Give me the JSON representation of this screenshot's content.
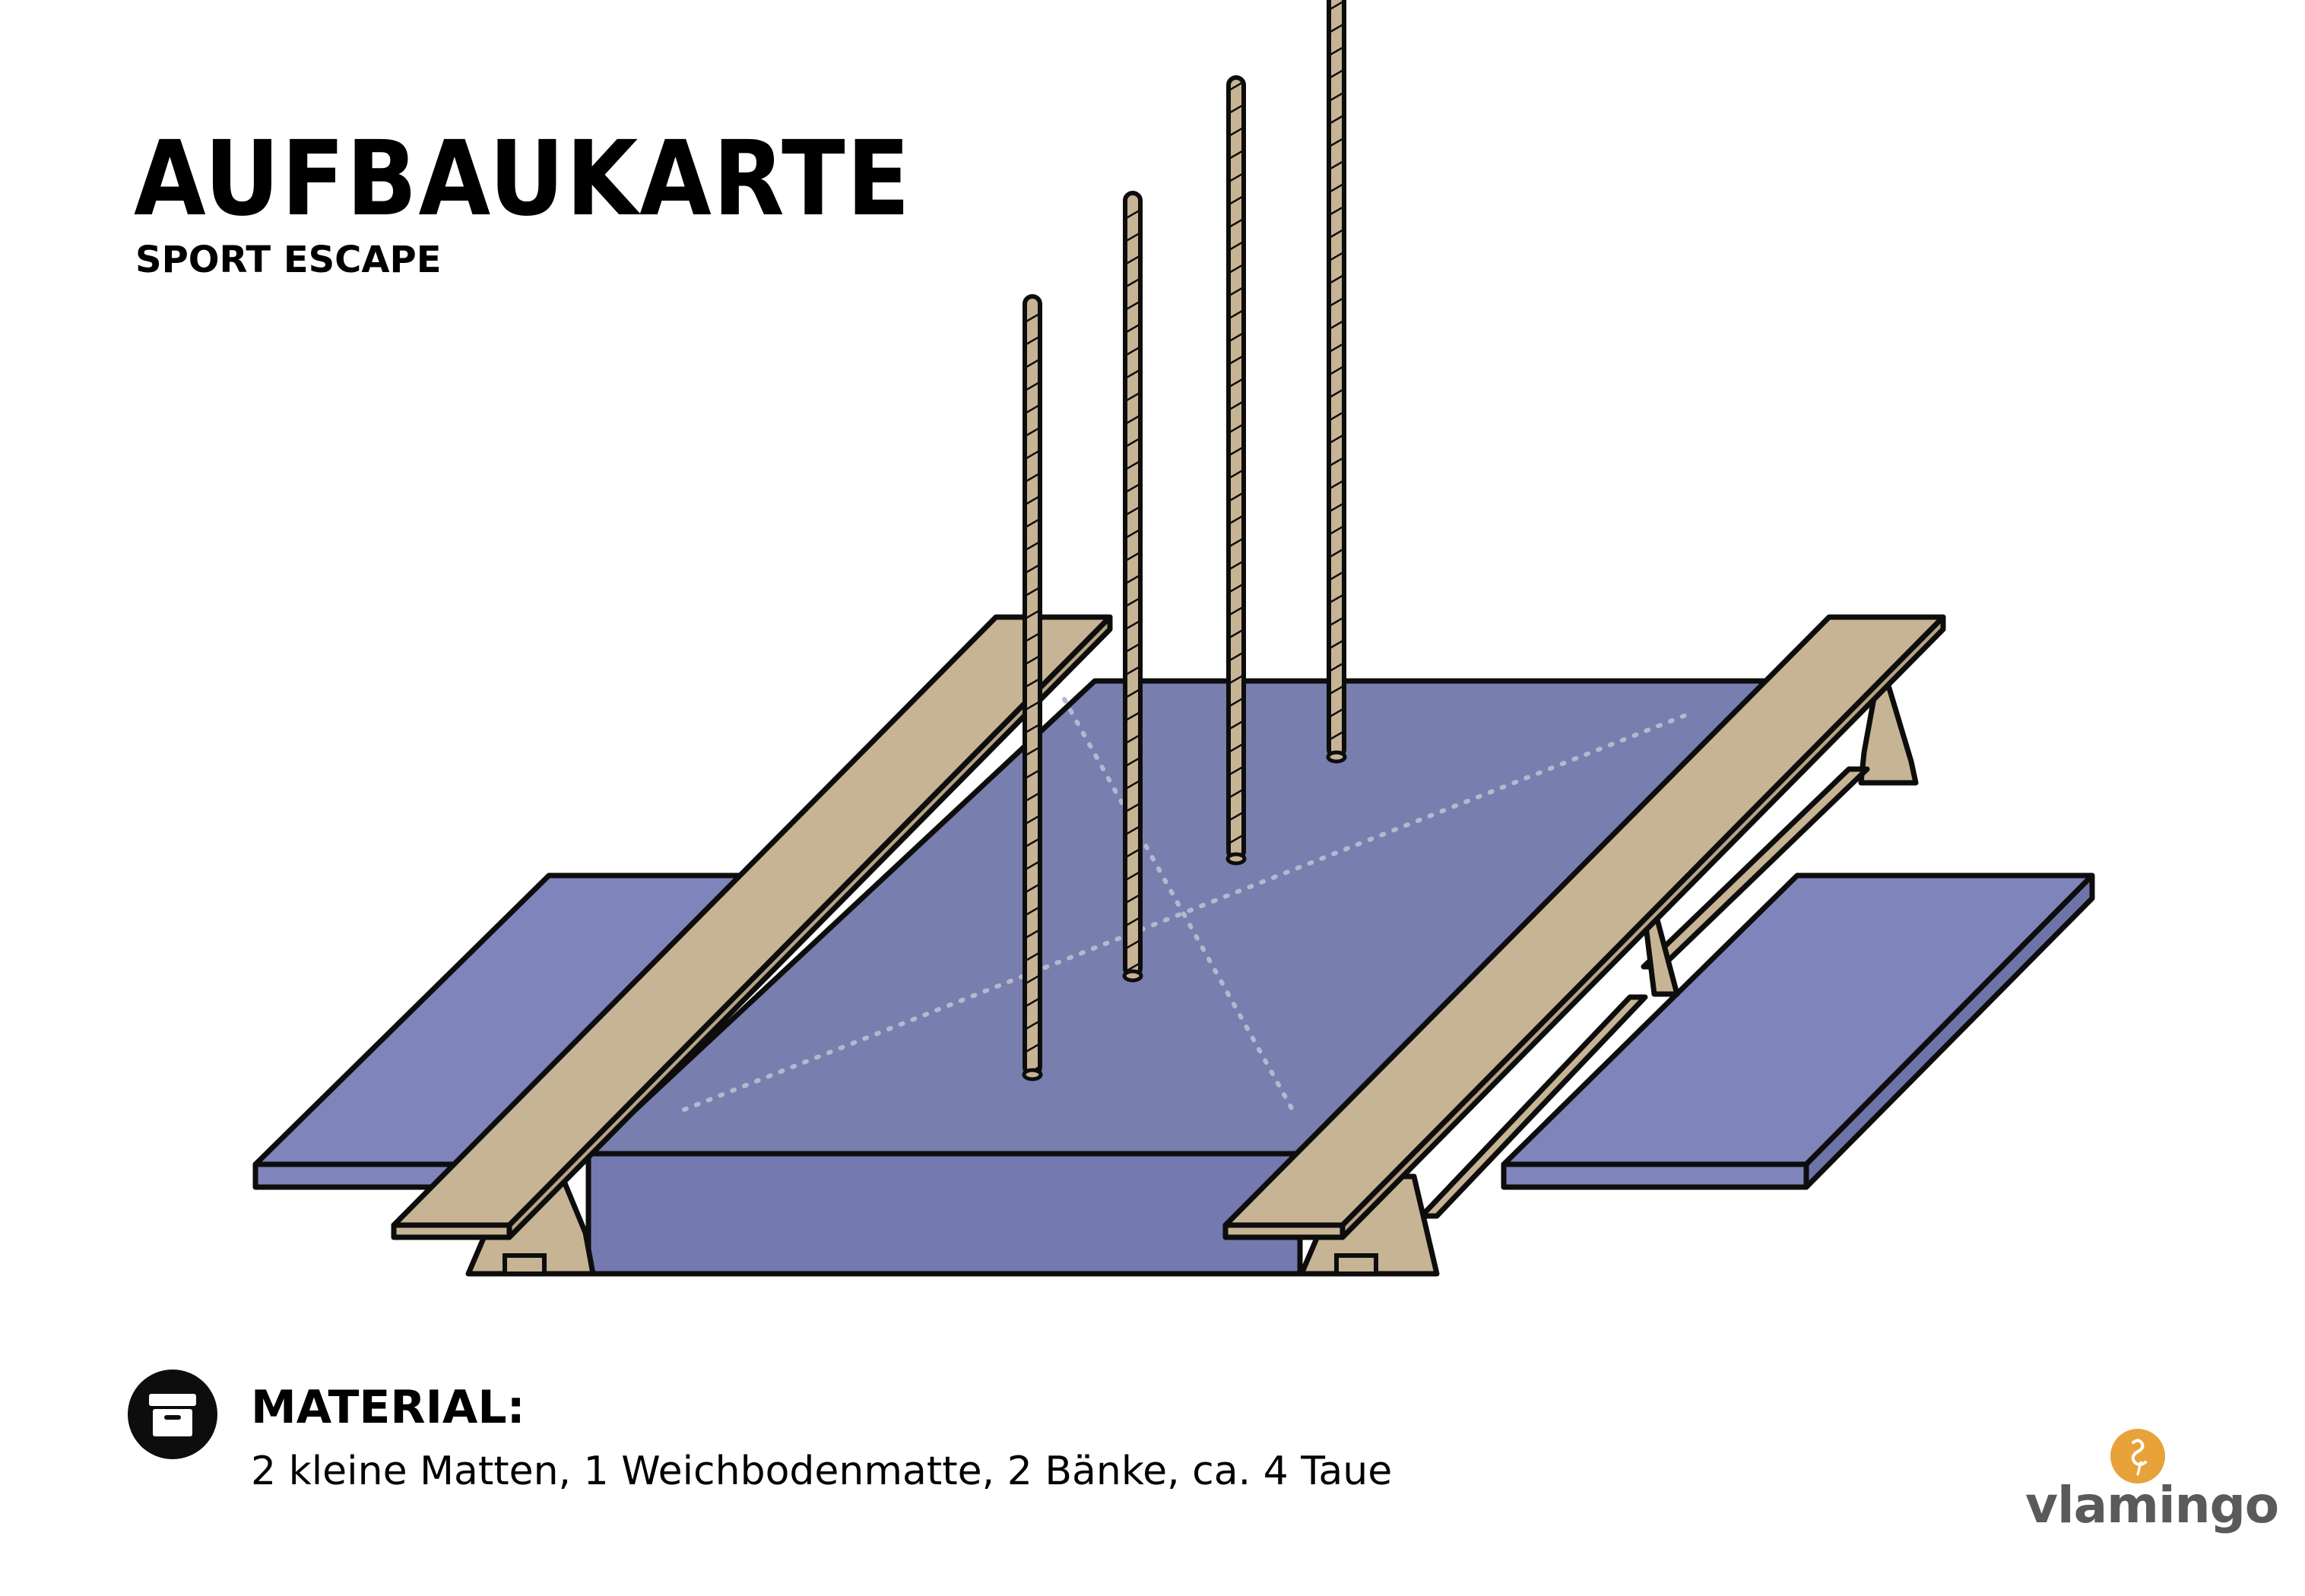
{
  "header": {
    "title": "AUFBAUKARTE",
    "subtitle": "SPORT ESCAPE"
  },
  "material": {
    "heading": "MATERIAL:",
    "text": "2 kleine Matten, 1 Weichbodenmatte, 2 Bänke, ca. 4 Taue",
    "icon": "storage-box-icon"
  },
  "brand": {
    "name": "vlamingo",
    "icon": "flamingo-icon",
    "color": "#e7a33a"
  },
  "colors": {
    "mat": "#7f84bb",
    "mat_top": "#787eae",
    "mat_front": "#7479b0",
    "bench": "#c7b494",
    "rope": "#c7b494",
    "outline": "#0d0d0d"
  }
}
